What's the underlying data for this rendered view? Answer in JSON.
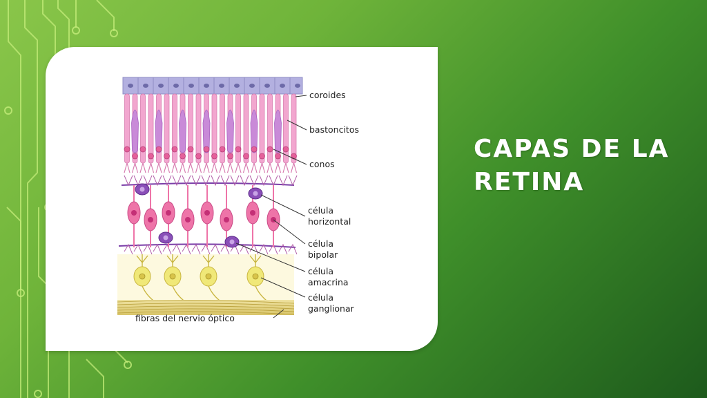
{
  "slide": {
    "title_line1": "CAPAS DE LA",
    "title_line2": "RETINA"
  },
  "diagram": {
    "labels": {
      "coroides": "coroides",
      "bastoncitos": "bastoncitos",
      "conos": "conos",
      "horizontal_1": "célula",
      "horizontal_2": "horizontal",
      "bipolar_1": "célula",
      "bipolar_2": "bipolar",
      "amacrina_1": "célula",
      "amacrina_2": "amacrina",
      "ganglionar_1": "célula",
      "ganglionar_2": "ganglionar",
      "fibras": "fibras del nervio óptico"
    }
  },
  "colors": {
    "choroid": "#b3b0e0",
    "rods_cones": "#f2a6cf",
    "cone_core": "#c98ad8",
    "bipolar": "#ee74a8",
    "horizontal_amacrine": "#8a4fb8",
    "ganglion": "#f0e878",
    "nerve_fibers": "#e6d98a"
  }
}
